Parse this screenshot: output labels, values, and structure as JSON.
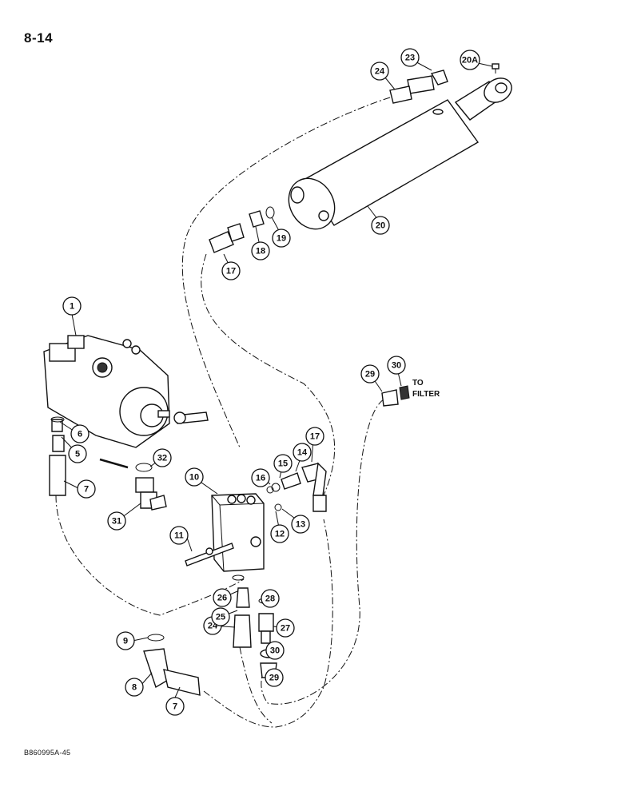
{
  "page": {
    "number": "8-14",
    "code": "B860995A-45"
  },
  "annotation": {
    "line1": "TO",
    "line2": "FILTER"
  },
  "callouts": [
    {
      "label": "1"
    },
    {
      "label": "5"
    },
    {
      "label": "6"
    },
    {
      "label": "7"
    },
    {
      "label": "7"
    },
    {
      "label": "8"
    },
    {
      "label": "9"
    },
    {
      "label": "10"
    },
    {
      "label": "11"
    },
    {
      "label": "12"
    },
    {
      "label": "13"
    },
    {
      "label": "14"
    },
    {
      "label": "15"
    },
    {
      "label": "16"
    },
    {
      "label": "17"
    },
    {
      "label": "17"
    },
    {
      "label": "18"
    },
    {
      "label": "19"
    },
    {
      "label": "20"
    },
    {
      "label": "20A"
    },
    {
      "label": "23"
    },
    {
      "label": "24"
    },
    {
      "label": "24"
    },
    {
      "label": "25"
    },
    {
      "label": "26"
    },
    {
      "label": "27"
    },
    {
      "label": "28"
    },
    {
      "label": "29"
    },
    {
      "label": "29"
    },
    {
      "label": "30"
    },
    {
      "label": "30"
    },
    {
      "label": "31"
    },
    {
      "label": "32"
    }
  ]
}
